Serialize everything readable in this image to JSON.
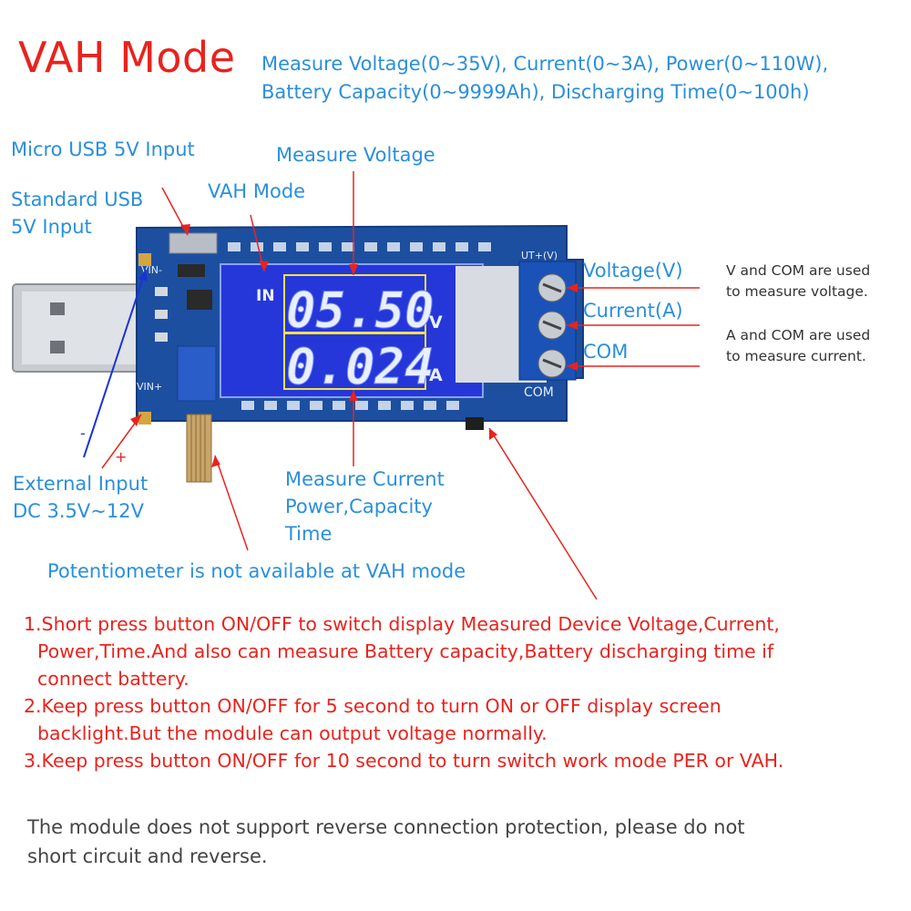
{
  "title": "VAH Mode",
  "subtitle": {
    "line1": "Measure Voltage(0~35V), Current(0~3A), Power(0~110W),",
    "line2": "Battery Capacity(0~9999Ah), Discharging Time(0~100h)"
  },
  "labels": {
    "micro_usb": "Micro USB 5V Input",
    "standard_usb_1": "Standard USB",
    "standard_usb_2": "5V Input",
    "measure_voltage": "Measure Voltage",
    "vah_mode": "VAH Mode",
    "voltage_terminal": "Voltage(V)",
    "current_terminal": "Current(A)",
    "com_terminal": "COM",
    "external_input_1": "External Input",
    "external_input_2": "DC 3.5V~12V",
    "measure_current_1": "Measure Current",
    "measure_current_2": "Power,Capacity",
    "measure_current_3": "Time",
    "potentiometer": "Potentiometer is not available at VAH mode",
    "minus": "-",
    "plus": "+"
  },
  "notes": {
    "voltage_1": "V and COM are used",
    "voltage_2": "to measure voltage.",
    "current_1": "A and COM are used",
    "current_2": "to measure current."
  },
  "display": {
    "in_label": "IN",
    "voltage_value": "05.50",
    "voltage_unit": "V",
    "current_value": "0.024",
    "current_unit": "A"
  },
  "board": {
    "vin_minus": "VIN-",
    "vin_plus": "VIN+",
    "out_label": "UT+(V)",
    "com_label": "COM"
  },
  "instructions": [
    {
      "line1": "1.Short press button ON/OFF to switch display Measured Device Voltage,Current,",
      "line2": "Power,Time.And also can measure Battery capacity,Battery discharging time if",
      "line3": "connect battery."
    },
    {
      "line1": "2.Keep press button ON/OFF for 5 second to turn ON or OFF display screen",
      "line2": "backlight.But the module can output voltage normally."
    },
    {
      "line1": "3.Keep press button ON/OFF for 10 second to turn switch work mode PER or VAH."
    }
  ],
  "disclaimer": {
    "line1": "The module does not support reverse connection protection, please do not",
    "line2": "short circuit and reverse."
  },
  "colors": {
    "label_blue": "#2a8fdc",
    "label_red": "#e8231e",
    "pcb_blue": "#1b4d9c",
    "lcd_blue": "#2a3fe0"
  }
}
